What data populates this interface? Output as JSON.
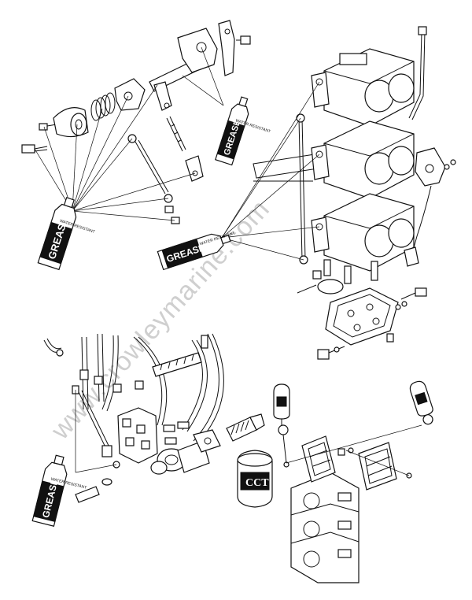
{
  "watermark": "www.crowleymarine.com",
  "grease_tube": {
    "brand": "GREASE",
    "subtext": "WATER RESISTANT"
  },
  "can_label": "CCT",
  "colors": {
    "line": "#111111",
    "background": "#ffffff",
    "watermark": "#cfcfcf"
  }
}
